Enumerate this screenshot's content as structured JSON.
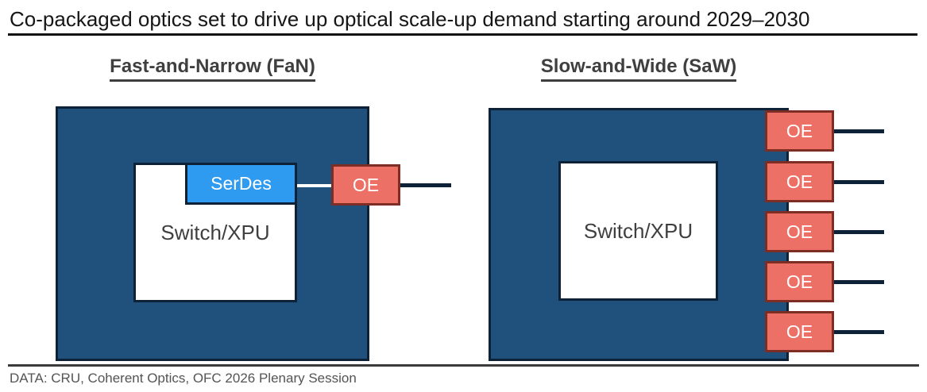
{
  "title": "Co-packaged optics set to drive up optical scale-up demand starting around 2029–2030",
  "footer": "DATA: CRU, Coherent Optics, OFC 2026 Plenary Session",
  "fan": {
    "heading": "Fast-and-Narrow (FaN)",
    "chip_label": "Switch/XPU",
    "serdes_label": "SerDes",
    "oe_label": "OE",
    "oe_count": 1
  },
  "saw": {
    "heading": "Slow-and-Wide (SaW)",
    "chip_label": "Switch/XPU",
    "oe_label": "OE",
    "oe_count": 5
  },
  "colors": {
    "package_fill": "#20507C",
    "outline_navy": "#0D2137",
    "serdes_blue": "#2E9BF0",
    "oe_fill": "#EC7065",
    "oe_border": "#7E2D24",
    "heading_text": "#3F3F3F",
    "title_text": "#161616",
    "footer_text": "#545454"
  }
}
